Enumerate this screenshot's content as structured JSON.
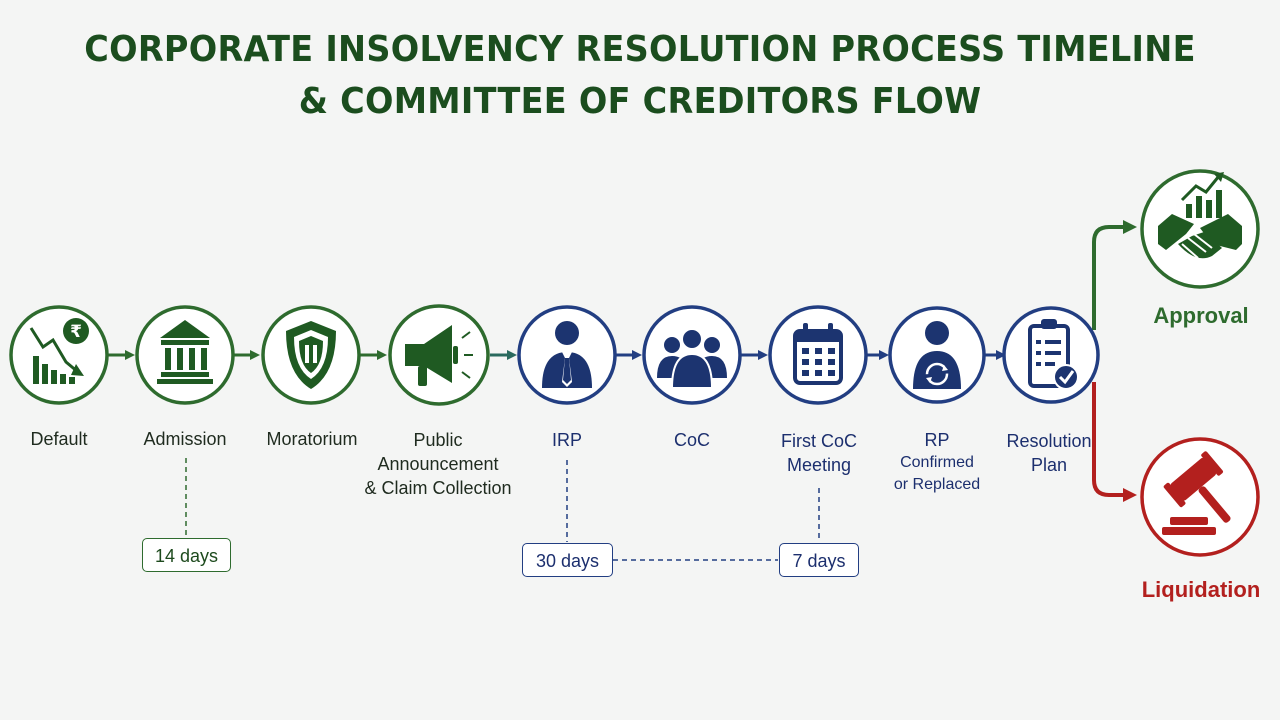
{
  "title": {
    "line1": "CORPORATE INSOLVENCY RESOLUTION PROCESS TIMELINE",
    "line2": "& COMMITTEE OF CREDITORS FLOW"
  },
  "colors": {
    "green": "#2e6b2e",
    "blue": "#223e82",
    "red": "#b3201e",
    "title": "#1b4d1e"
  },
  "stages": [
    {
      "label": "Default",
      "icon": "declining-chart-rupee-icon"
    },
    {
      "label": "Admission",
      "icon": "court-building-icon"
    },
    {
      "label": "Moratorium",
      "icon": "shield-icon"
    },
    {
      "label": "Public",
      "label2": "Announcement",
      "label3": "& Claim Collection",
      "icon": "megaphone-icon"
    },
    {
      "label": "IRP",
      "icon": "person-icon"
    },
    {
      "label": "CoC",
      "icon": "group-icon"
    },
    {
      "label": "First CoC",
      "label2": "Meeting",
      "icon": "calendar-icon"
    },
    {
      "label": "RP",
      "label2": "Confirmed",
      "label3": "or Replaced",
      "icon": "person-refresh-icon"
    },
    {
      "label": "Resolution",
      "label2": "Plan",
      "icon": "clipboard-check-icon"
    }
  ],
  "outcomes": {
    "approval": {
      "label": "Approval",
      "icon": "handshake-growth-icon"
    },
    "liquidation": {
      "label": "Liquidation",
      "icon": "gavel-icon"
    }
  },
  "durations": {
    "admission": "14 days",
    "irp": "30 days",
    "first_meeting": "7 days"
  }
}
